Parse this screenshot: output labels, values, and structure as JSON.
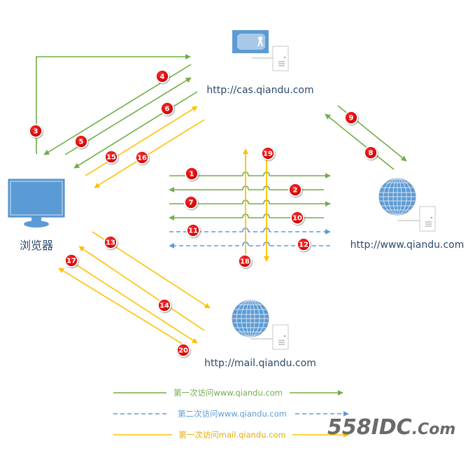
{
  "colors": {
    "first_visit_www": "#70ad47",
    "second_visit_www": "#5b9bd5",
    "first_visit_mail": "#ffc000",
    "badge": "#e00000",
    "node_blue": "#5b9bd5",
    "label_text": "#2b4a6b"
  },
  "nodes": {
    "browser": {
      "label": "浏览器",
      "icon": "monitor-icon"
    },
    "cas": {
      "label": "http://cas.qiandu.com",
      "icon": "certificate-server-icon"
    },
    "www": {
      "label": "http://www.qiandu.com",
      "icon": "globe-server-icon"
    },
    "mail": {
      "label": "http://mail.qiandu.com",
      "icon": "globe-server-icon"
    }
  },
  "steps": [
    {
      "n": "1",
      "flow": "first_visit_www",
      "from": "browser",
      "to": "www"
    },
    {
      "n": "2",
      "flow": "first_visit_www",
      "from": "www",
      "to": "browser"
    },
    {
      "n": "3",
      "flow": "first_visit_www",
      "from": "browser",
      "to": "cas"
    },
    {
      "n": "4",
      "flow": "first_visit_www",
      "from": "cas",
      "to": "browser"
    },
    {
      "n": "5",
      "flow": "first_visit_www",
      "from": "browser",
      "to": "cas"
    },
    {
      "n": "6",
      "flow": "first_visit_www",
      "from": "cas",
      "to": "browser"
    },
    {
      "n": "7",
      "flow": "first_visit_www",
      "from": "browser",
      "to": "www"
    },
    {
      "n": "8",
      "flow": "first_visit_www",
      "from": "www",
      "to": "cas"
    },
    {
      "n": "9",
      "flow": "first_visit_www",
      "from": "cas",
      "to": "www"
    },
    {
      "n": "10",
      "flow": "first_visit_www",
      "from": "www",
      "to": "browser"
    },
    {
      "n": "11",
      "flow": "second_visit_www",
      "from": "browser",
      "to": "www"
    },
    {
      "n": "12",
      "flow": "second_visit_www",
      "from": "www",
      "to": "browser"
    },
    {
      "n": "13",
      "flow": "first_visit_mail",
      "from": "browser",
      "to": "mail"
    },
    {
      "n": "14",
      "flow": "first_visit_mail",
      "from": "mail",
      "to": "browser"
    },
    {
      "n": "15",
      "flow": "first_visit_mail",
      "from": "browser",
      "to": "cas"
    },
    {
      "n": "16",
      "flow": "first_visit_mail",
      "from": "cas",
      "to": "browser"
    },
    {
      "n": "17",
      "flow": "first_visit_mail",
      "from": "browser",
      "to": "mail"
    },
    {
      "n": "18",
      "flow": "first_visit_mail",
      "from": "mail",
      "to": "cas"
    },
    {
      "n": "19",
      "flow": "first_visit_mail",
      "from": "cas",
      "to": "mail"
    },
    {
      "n": "20",
      "flow": "first_visit_mail",
      "from": "mail",
      "to": "browser"
    }
  ],
  "legend": [
    {
      "flow": "first_visit_www",
      "label": "第一次访问www.qiandu.com",
      "style": "solid"
    },
    {
      "flow": "second_visit_www",
      "label": "第二次访问www.qiandu.com",
      "style": "dashed"
    },
    {
      "flow": "first_visit_mail",
      "label": "第一次访问mail.qiandu.com",
      "style": "solid"
    }
  ],
  "watermark": {
    "main": "558IDC",
    "suffix": ".Com"
  }
}
